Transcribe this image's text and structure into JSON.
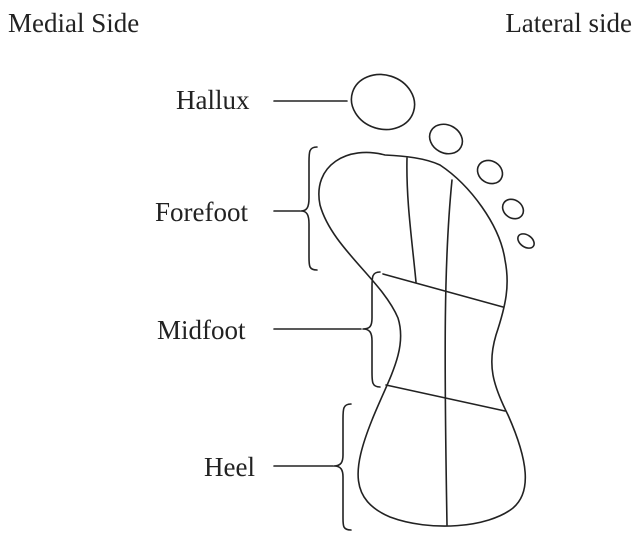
{
  "labels": {
    "medial_side": "Medial Side",
    "lateral_side": "Lateral side",
    "hallux": "Hallux",
    "forefoot": "Forefoot",
    "midfoot": "Midfoot",
    "heel": "Heel"
  },
  "colors": {
    "line": "#222222",
    "background": "#ffffff"
  }
}
